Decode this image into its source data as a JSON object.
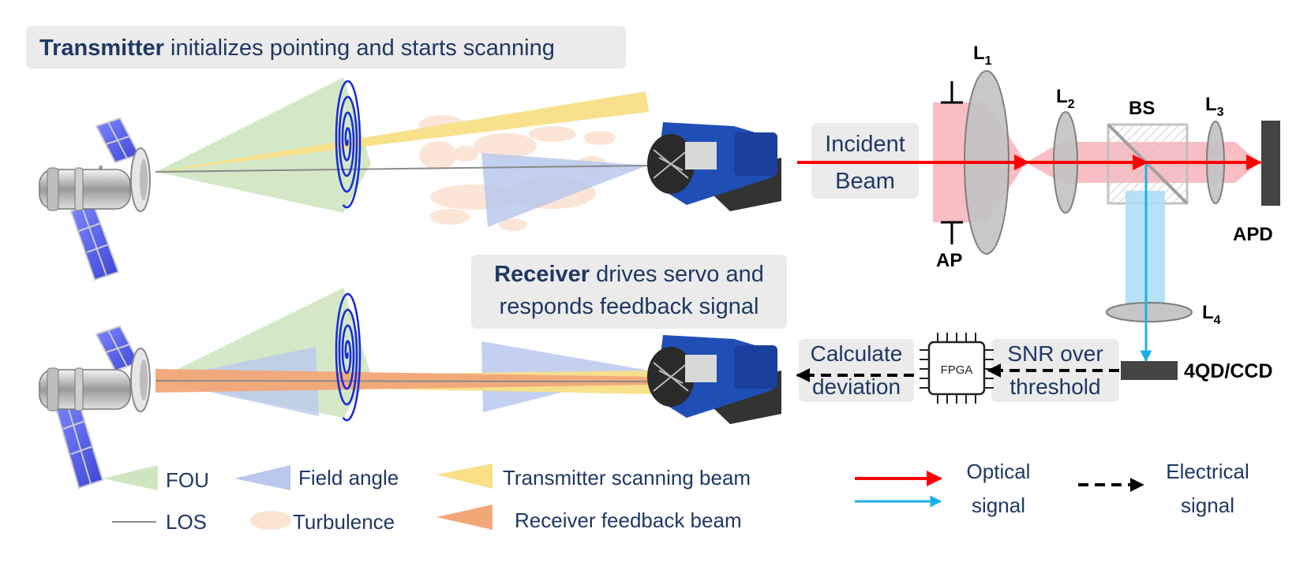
{
  "callouts": {
    "transmitter": {
      "bold": "Transmitter",
      "rest": " initializes pointing and starts scanning"
    },
    "receiver": {
      "bold": "Receiver",
      "rest_line1": " drives servo and",
      "line2": "responds feedback signal"
    }
  },
  "optics": {
    "incident_line1": "Incident",
    "incident_line2": "Beam",
    "L1": {
      "base": "L",
      "sub": "1"
    },
    "L2": {
      "base": "L",
      "sub": "2"
    },
    "L3": {
      "base": "L",
      "sub": "3"
    },
    "L4": {
      "base": "L",
      "sub": "4"
    },
    "bs": "BS",
    "ap": "AP",
    "apd": "APD",
    "detector": "4QD/CCD"
  },
  "electronics": {
    "fpga": "FPGA",
    "snr_line1": "SNR over",
    "snr_line2": "threshold",
    "calc_line1": "Calculate",
    "calc_line2": "deviation"
  },
  "legend": {
    "fou": "FOU",
    "field_angle": "Field angle",
    "tx_beam": "Transmitter scanning beam",
    "los": "LOS",
    "turbulence": "Turbulence",
    "rx_beam": "Receiver feedback beam",
    "optical_line1": "Optical",
    "optical_line2": "signal",
    "electrical_line1": "Electrical",
    "electrical_line2": "signal"
  },
  "colors": {
    "text_navy": "#1f3864",
    "callout_bg": "#ebebeb",
    "fou_green": "#cfe6c2",
    "field_blue": "#b9c8ec",
    "tx_yellow": "#f9df86",
    "rx_orange": "#f2a778",
    "turbulence": "#fbe3d2",
    "spiral": "#1a2fd6",
    "optical_red": "#ff0000",
    "optical_cyan": "#1fb0ea",
    "beam_pink": "#f7b3b8"
  }
}
